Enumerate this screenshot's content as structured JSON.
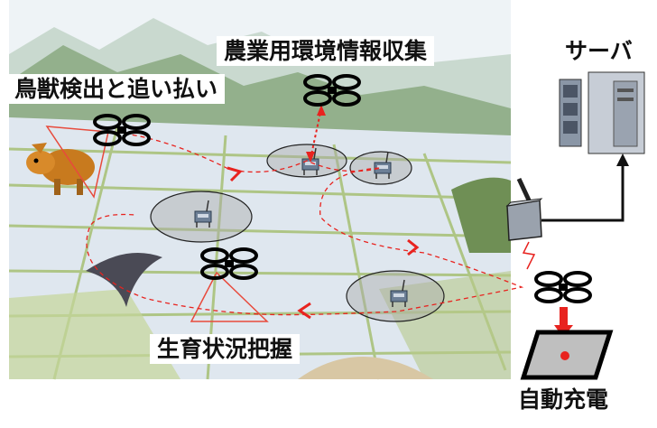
{
  "labels": {
    "wildlife": "鳥獣検出と追い払い",
    "environment": "農業用環境情報収集",
    "growth": "生育状況把握",
    "server": "サーバ",
    "charging": "自動充電"
  },
  "colors": {
    "flight_path": "#e8231f",
    "detection_cone": "#e84a3c",
    "charging_arrow": "#e8231f",
    "link_line": "#111111",
    "pad_fill": "#bfbfbf",
    "field_water": "#dfe7ef",
    "field_green": "#a9c27a",
    "mountain": "#93b08c",
    "sky": "#eef3f6"
  },
  "icons": {
    "drone": "quad-rotor-drone-icon",
    "server": "server-tower-icon",
    "sensor": "field-sensor-icon",
    "router": "wireless-router-icon",
    "animal": "wild-boar-icon",
    "bird": "swallow-icon"
  }
}
